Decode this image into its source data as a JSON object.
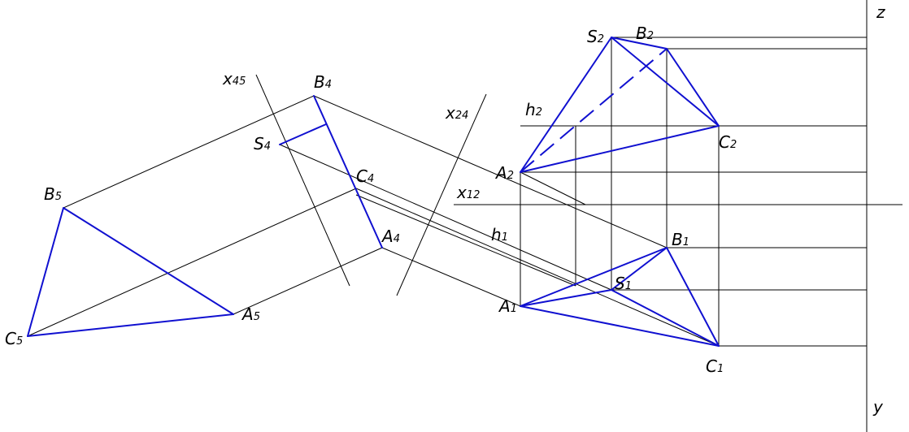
{
  "labels": {
    "z": "z",
    "y": "y",
    "x45": {
      "main": "x",
      "sub": "45"
    },
    "x24": {
      "main": "x",
      "sub": "24"
    },
    "x12": {
      "main": "x",
      "sub": "12"
    },
    "h2": {
      "main": "h",
      "sub": "2"
    },
    "h1": {
      "main": "h",
      "sub": "1"
    },
    "S2": {
      "main": "S",
      "sub": "2"
    },
    "B2": {
      "main": "B",
      "sub": "2"
    },
    "C2": {
      "main": "C",
      "sub": "2"
    },
    "A2": {
      "main": "A",
      "sub": "2"
    },
    "B1": {
      "main": "B",
      "sub": "1"
    },
    "S1": {
      "main": "S",
      "sub": "1"
    },
    "A1": {
      "main": "A",
      "sub": "1"
    },
    "C1": {
      "main": "C",
      "sub": "1"
    },
    "B4": {
      "main": "B",
      "sub": "4"
    },
    "S4": {
      "main": "S",
      "sub": "4"
    },
    "C4": {
      "main": "C",
      "sub": "4"
    },
    "A4": {
      "main": "A",
      "sub": "4"
    },
    "B5": {
      "main": "B",
      "sub": "5"
    },
    "A5": {
      "main": "A",
      "sub": "5"
    },
    "C5": {
      "main": "C",
      "sub": "5"
    }
  },
  "colors": {
    "construction": "#000000",
    "outline": "#1010d0",
    "background": "#ffffff"
  }
}
